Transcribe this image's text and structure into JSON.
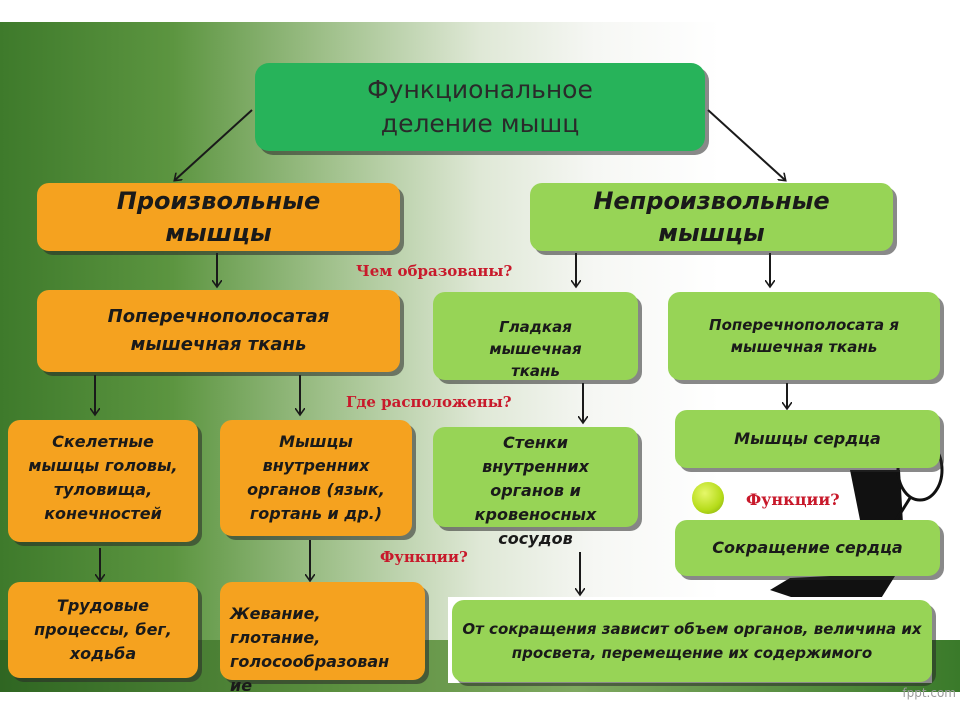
{
  "title": "Функциональное деление мышц",
  "left_branch": {
    "header": "Произвольные мышцы",
    "tissue": "Поперечнополосатая мышечная ткань",
    "location_a": "Скелетные мышцы головы, туловища, конечностей",
    "location_b": "Мышцы внутренних органов (язык, гортань и др.)",
    "function_a": "Трудовые процессы, бег, ходьба",
    "function_b": "Жевание, глотание, голосообразован ие"
  },
  "right_branch": {
    "header": "Непроизвольные мышцы",
    "tissue_a": "Гладкая мышечная ткань",
    "tissue_b": "Поперечнополосата я мышечная ткань",
    "location_a": "Стенки внутренних органов и кровеносных сосудов",
    "location_b": "Мышцы сердца",
    "function_b": "Сокращение сердца",
    "function_a": "От сокращения зависит объем органов, величина их просвета, перемещение их содержимого"
  },
  "questions": {
    "formed": "Чем образованы?",
    "located": "Где расположены?",
    "functions_1": "Функции?",
    "functions_2": "Функции?"
  },
  "watermark": "fppt.com",
  "colors": {
    "title_box": "#27b35a",
    "orange_box": "#f5a21f",
    "light_green_box": "#97d456",
    "question_text": "#c8192b"
  }
}
